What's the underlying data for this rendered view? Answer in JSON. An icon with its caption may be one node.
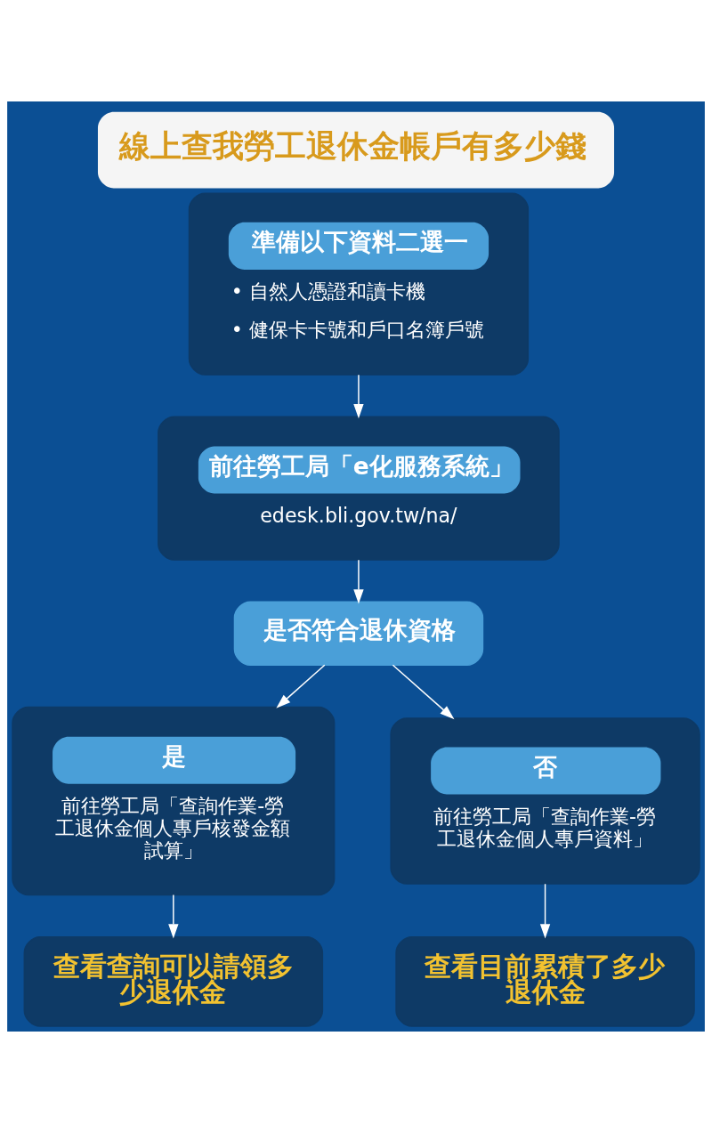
{
  "diagram": {
    "title": "線上查我勞工退休金帳戶有多少錢",
    "nodes": [
      {
        "text": [
          "準備以下資料二選一",
          "• 自然人憑證和讀卡機",
          "• 健保卡卡號和戶口名簿戶號"
        ]
      },
      {
        "text": [
          "前往勞工局「e化服務系統」",
          "edesk.bli.gov.tw/na/"
        ]
      },
      {
        "text": [
          "是否符合退休資格"
        ]
      },
      {
        "text": [
          "是",
          "前往勞工局「查詢作業-勞工退休金個人專戶核發金額試算」"
        ]
      },
      {
        "text": [
          "否",
          "前往勞工局「查詢作業-勞工退休金個人專戶資料」"
        ]
      },
      {
        "text": [
          "查看查詢可以請領多少退休金"
        ]
      },
      {
        "text": [
          "查看目前累積了多少退休金"
        ]
      }
    ],
    "edges": [
      {
        "from": 0,
        "to": 1,
        "arrow": "to"
      },
      {
        "from": 1,
        "to": 2,
        "arrow": "to"
      },
      {
        "from": 2,
        "to": 3,
        "arrow": "to"
      },
      {
        "from": 2,
        "to": 4,
        "arrow": "to"
      },
      {
        "from": 3,
        "to": 5,
        "arrow": "to"
      },
      {
        "from": 4,
        "to": 6,
        "arrow": "to"
      }
    ]
  }
}
